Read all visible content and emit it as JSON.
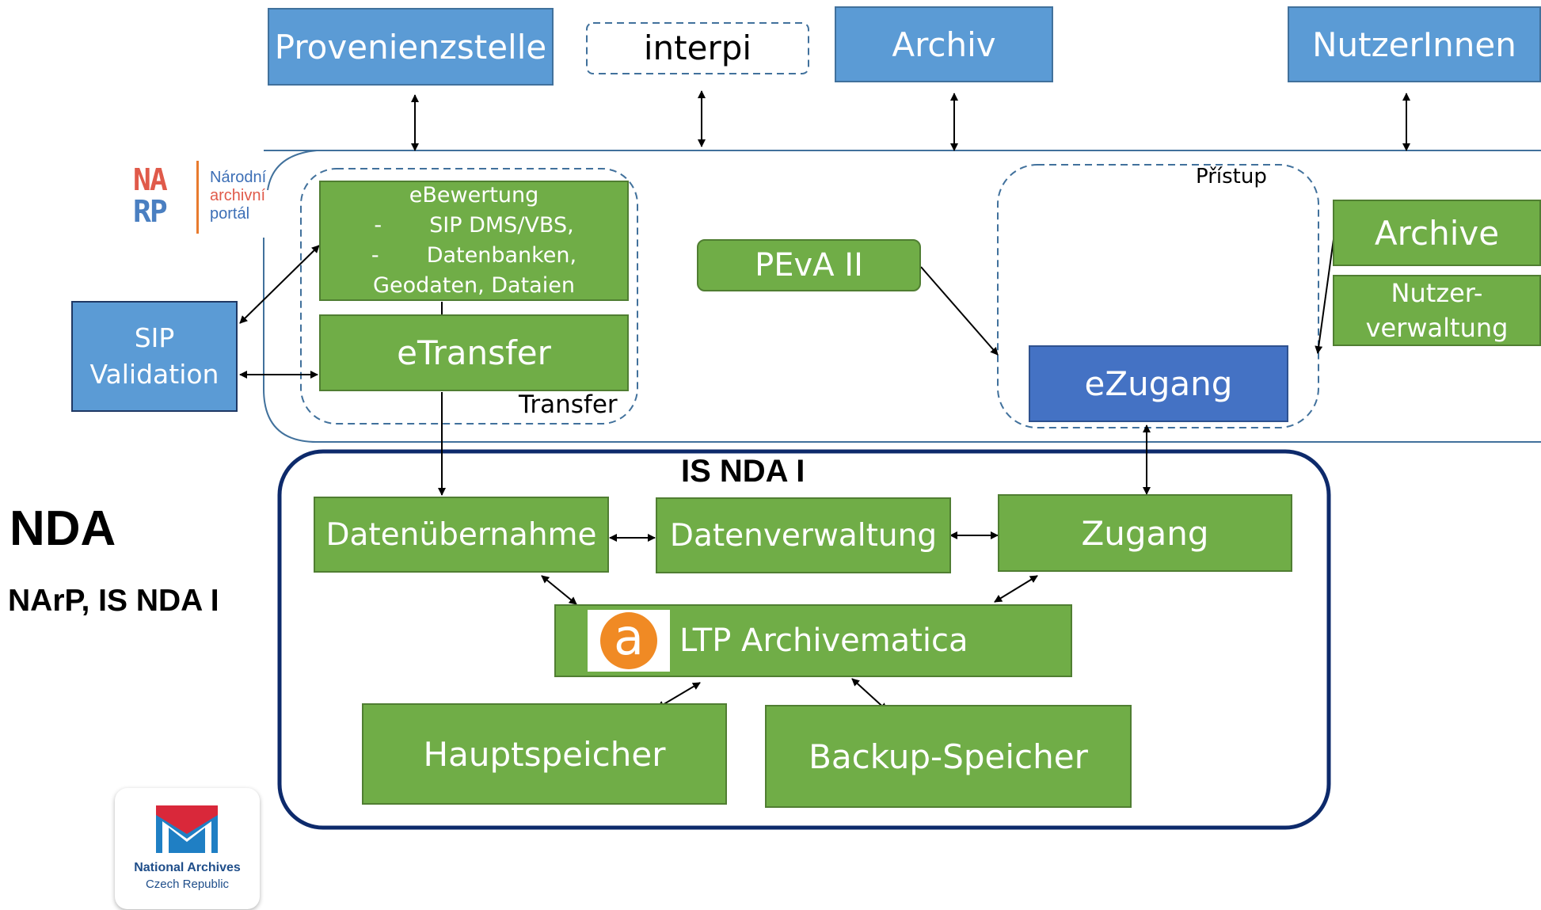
{
  "top": {
    "provenienzstelle": "Provenienzstelle",
    "interpi": "interpi",
    "archiv": "Archiv",
    "nutzer": "NutzerInnen"
  },
  "narp_logo": {
    "line1": "Národní",
    "line2": "archivní",
    "line3": "portál",
    "letters": "NARP"
  },
  "sip": {
    "line1": "SIP",
    "line2": "Validation"
  },
  "transfer_group": {
    "label": "Transfer",
    "ebewertung": [
      "eBewertung",
      "-       SIP DMS/VBS,",
      "-       Datenbanken,",
      "Geodaten, Dataien"
    ],
    "etransfer": "eTransfer"
  },
  "peva": "PEvA II",
  "pristup": {
    "label": "Přístup",
    "ezugang": "eZugang"
  },
  "right": {
    "archive": "Archive",
    "nutzerverwaltung": [
      "Nutzer-",
      "verwaltung"
    ]
  },
  "left": {
    "nda": "NDA",
    "subtitle": "NArP, IS NDA I"
  },
  "is_nda": {
    "title": "IS NDA I",
    "datenuebernahme": "Datenübernahme",
    "datenverwaltung": "Datenverwaltung",
    "zugang": "Zugang",
    "ltp": "LTP Archivematica",
    "ltp_logo_letter": "a",
    "hauptspeicher": "Hauptspeicher",
    "backup": "Backup-Speicher"
  },
  "na_logo": {
    "line1": "National Archives",
    "line2": "Czech Republic"
  },
  "colors": {
    "blue": "#5b9bd5",
    "green": "#70ad47",
    "dark_blue": "#4472c4",
    "navy": "#0d2a6b",
    "orange": "#f08a24"
  }
}
